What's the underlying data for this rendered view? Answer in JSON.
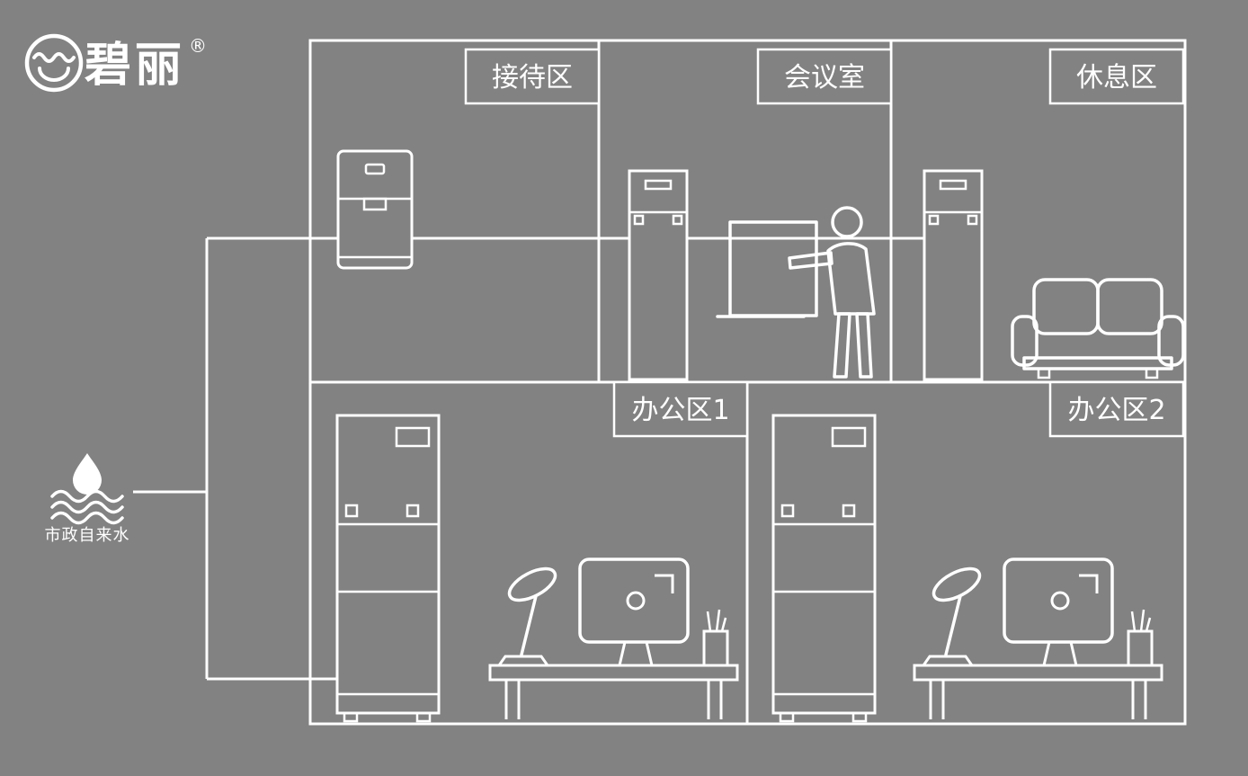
{
  "canvas": {
    "bg_color": "#828282",
    "line_color": "#ffffff"
  },
  "brand": {
    "name": "碧丽",
    "reg_mark": "®",
    "logo_icon": "water-wave-circle-logo-icon"
  },
  "water_source": {
    "label": "市政自来水",
    "icon": "water-drop-waves-icon"
  },
  "rooms": {
    "reception": {
      "label": "接待区",
      "equipment": [
        "countertop-water-dispenser-icon"
      ]
    },
    "meeting": {
      "label": "会议室",
      "equipment": [
        "standing-water-dispenser-icon",
        "presenter-at-whiteboard-icon"
      ]
    },
    "rest": {
      "label": "休息区",
      "equipment": [
        "standing-water-dispenser-icon",
        "sofa-icon"
      ]
    },
    "office_1": {
      "label": "办公区1",
      "equipment": [
        "floor-standing-water-purifier-icon",
        "office-desk-icon"
      ]
    },
    "office_2": {
      "label": "办公区2",
      "equipment": [
        "floor-standing-water-purifier-icon",
        "office-desk-icon"
      ]
    }
  }
}
